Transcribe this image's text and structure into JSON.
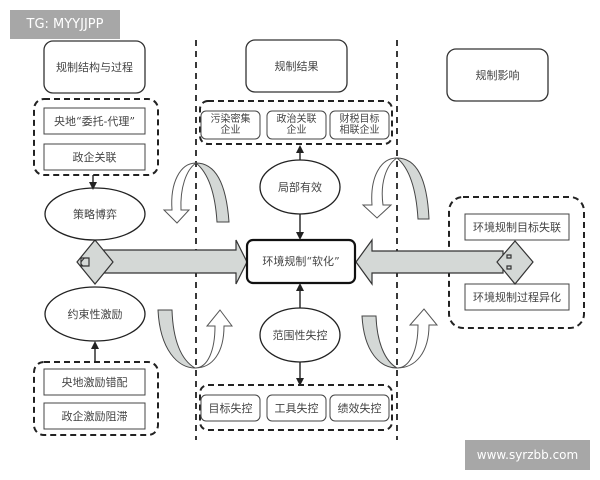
{
  "watermark_top": "TG: MYYJJPP",
  "watermark_bottom": "www.syrzbb.com",
  "column_headers": {
    "structure_process": "规制结构与过程",
    "result": "规制结果",
    "impact": "规制影响"
  },
  "left_top_group": {
    "items": [
      "央地“委托-代理”",
      "政企关联"
    ]
  },
  "left_bottom_group": {
    "items": [
      "央地激励错配",
      "政企激励阻滞"
    ]
  },
  "ellipses": {
    "strategy_game": "策略博弈",
    "constraint_incentive": "约束性激励",
    "local_effective": "局部有效",
    "scope_loss_control": "范围性失控"
  },
  "center_box": "环境规制“软化”",
  "top_result_group": {
    "items": [
      "污染密集企业",
      "政治关联企业",
      "财税目标相联企业"
    ],
    "lines": [
      [
        "污染密集",
        "企业"
      ],
      [
        "政治关联",
        "企业"
      ],
      [
        "财税目标",
        "相联企业"
      ]
    ]
  },
  "bottom_result_group": {
    "items": [
      "目标失控",
      "工具失控",
      "绩效失控"
    ]
  },
  "impact_group": {
    "items": [
      "环境规制目标失联",
      "环境规制过程异化"
    ]
  },
  "colors": {
    "arrow_fill": "#d4d8d6",
    "stroke": "#222222",
    "watermark_bg": "#a7a7a7"
  }
}
